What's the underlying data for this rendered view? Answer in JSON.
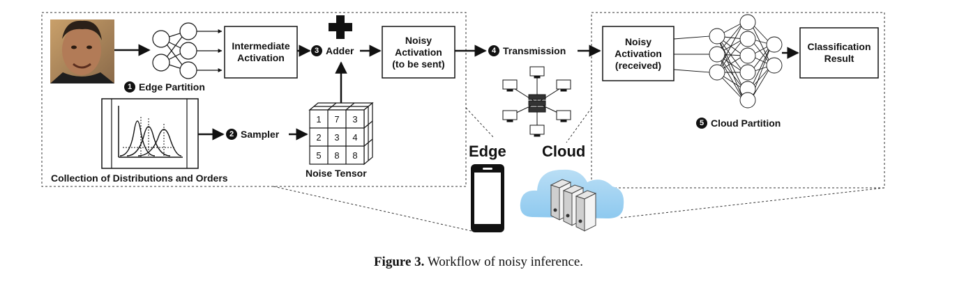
{
  "diagram": {
    "intermediate_activation": "Intermediate\nActivation",
    "noisy_activation_sent": "Noisy\nActivation\n(to be sent)",
    "noisy_activation_received": "Noisy\nActivation\n(received)",
    "classification_result": "Classification\nResult",
    "adder": {
      "number": "3",
      "label": "Adder"
    },
    "transmission": {
      "number": "4",
      "label": "Transmission"
    },
    "edge_partition": {
      "number": "1",
      "label": "Edge Partition"
    },
    "sampler": {
      "number": "2",
      "label": "Sampler"
    },
    "cloud_partition": {
      "number": "5",
      "label": "Cloud Partition"
    },
    "distributions_label": "Collection of Distributions and Orders",
    "noise_tensor_label": "Noise Tensor",
    "noise_tensor_values": [
      "1",
      "7",
      "3",
      "2",
      "3",
      "4",
      "5",
      "8",
      "8"
    ],
    "edge_label": "Edge",
    "cloud_label": "Cloud"
  },
  "caption": {
    "prefix": "Figure 3.",
    "text": " Workflow of noisy inference."
  },
  "icons": {
    "photo": "face-photo",
    "plus": "plus-icon",
    "phone": "smartphone-icon",
    "cloud": "cloud-server-icon",
    "network": "network-topology-icon"
  }
}
